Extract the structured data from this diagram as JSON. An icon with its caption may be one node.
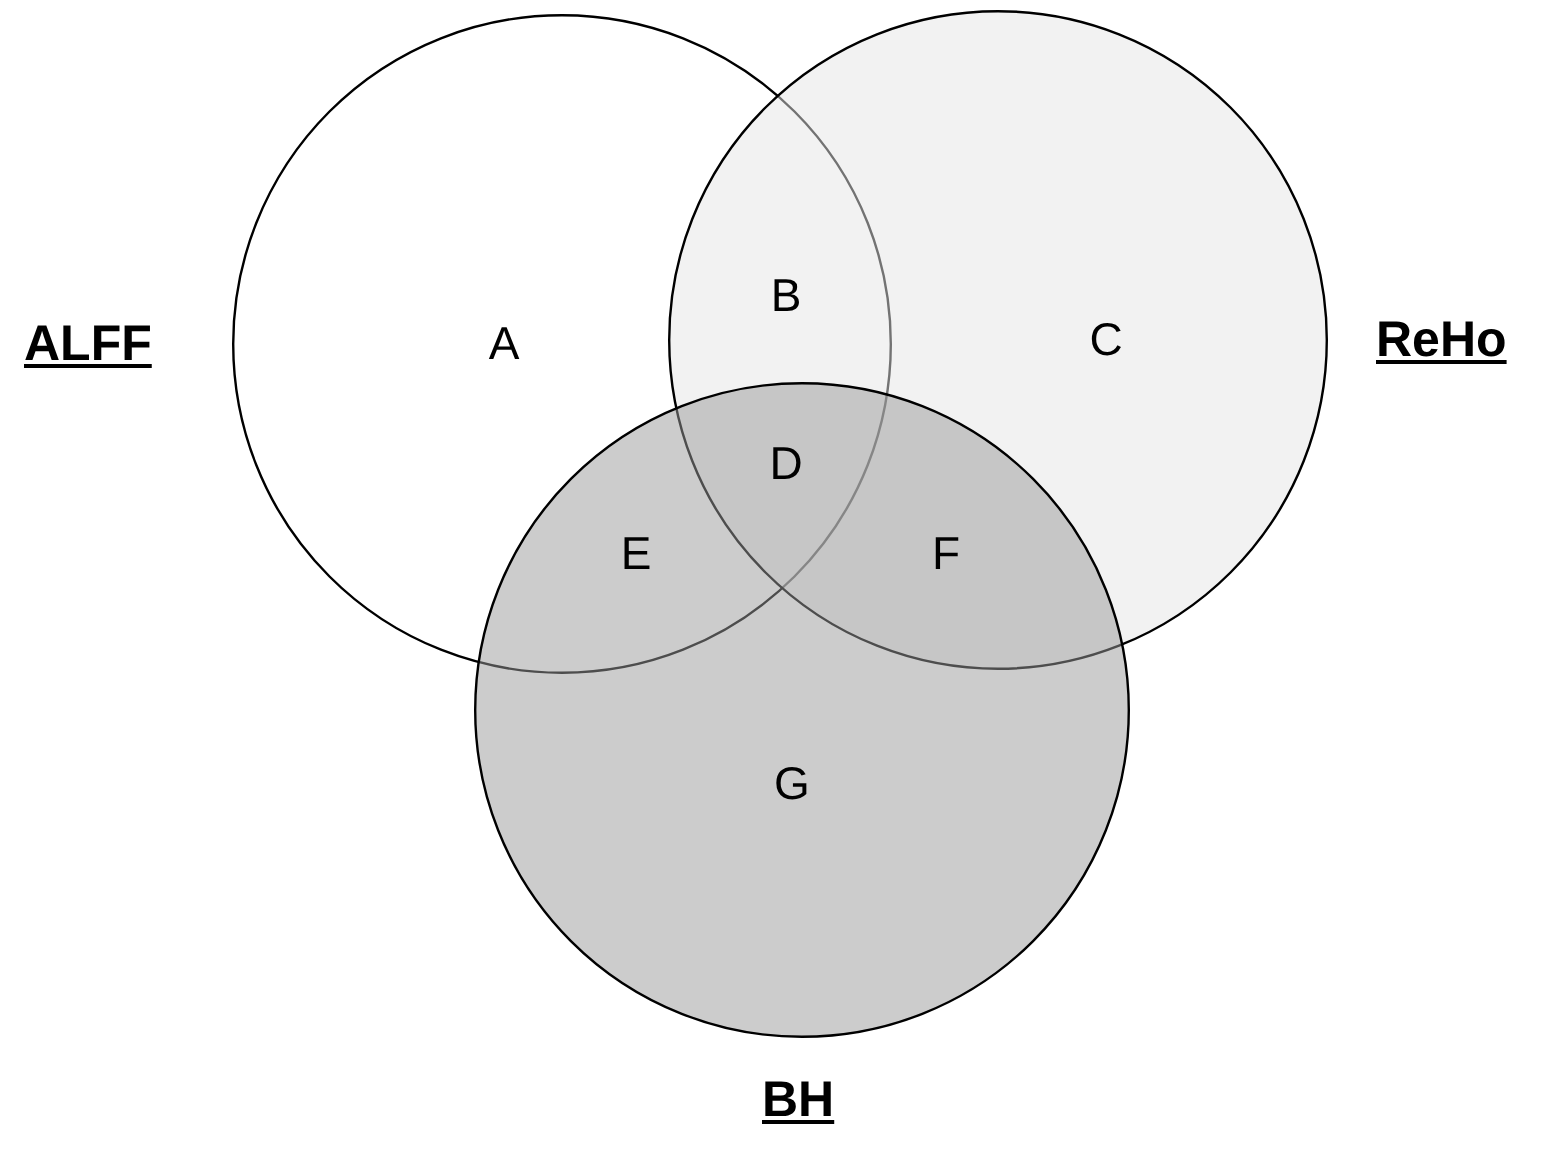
{
  "diagram": {
    "nodes": [
      {
        "text": [
          "ALFF"
        ]
      },
      {
        "text": [
          "ReHo"
        ]
      },
      {
        "text": [
          "BH"
        ]
      }
    ],
    "labels": [
      "A",
      "B",
      "C",
      "D",
      "E",
      "F",
      "G"
    ]
  }
}
